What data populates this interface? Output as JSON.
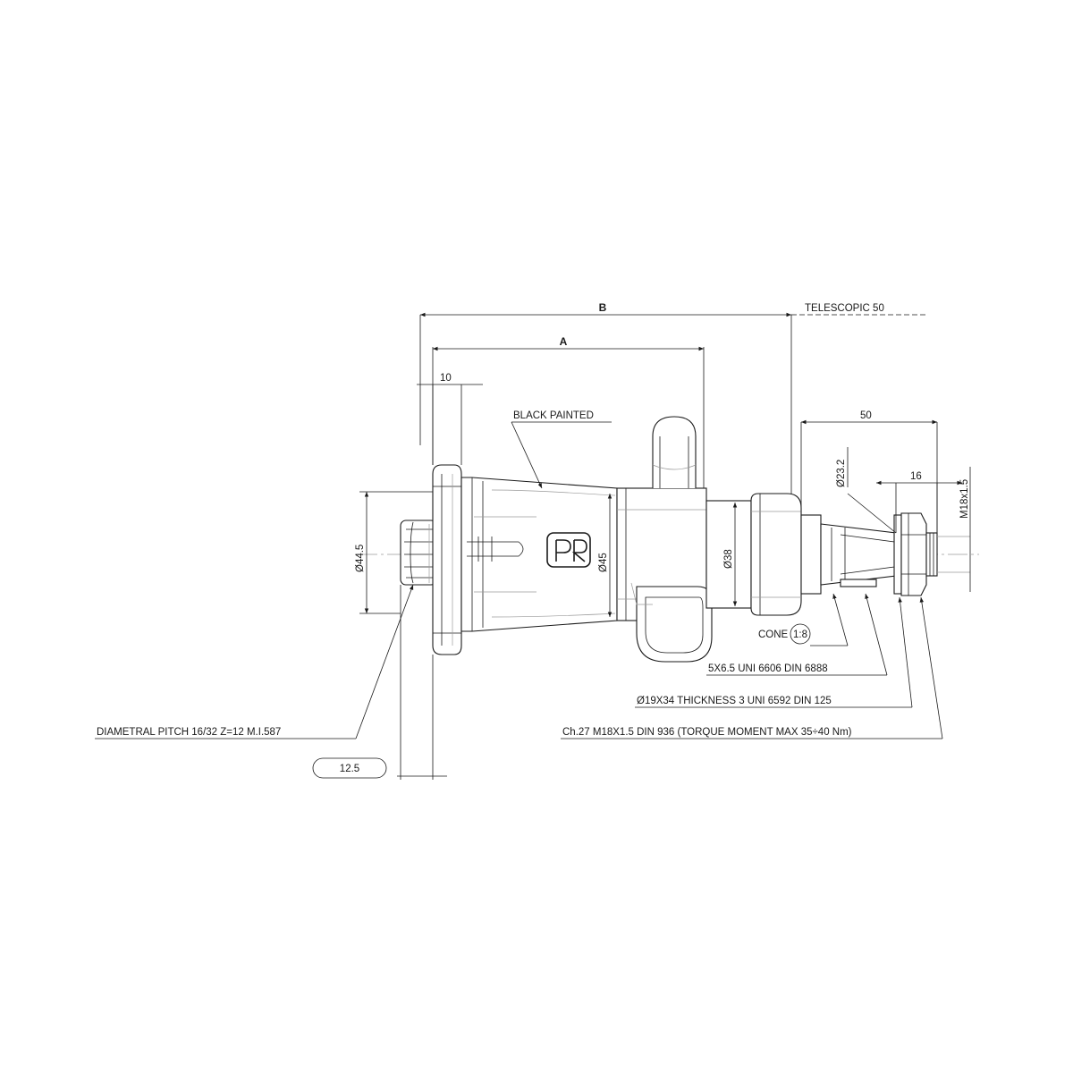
{
  "dimensions": {
    "b": "B",
    "a": "A",
    "telescopic": "TELESCOPIC 50",
    "flange_thickness": "10",
    "shaft_length": "50",
    "diameter_cone": "Ø23.2",
    "thread_length": "16",
    "thread": "M18x1.5",
    "spline_diameter": "Ø44.5",
    "body_diameter_45": "Ø45",
    "body_diameter_38": "Ø38",
    "spline_length": "12.5"
  },
  "callouts": {
    "black_painted": "BLACK PAINTED",
    "cone_prefix": "CONE",
    "cone_ratio": "1:8",
    "key": "5X6.5 UNI 6606 DIN 6888",
    "washer": "Ø19X34 THICKNESS 3 UNI 6592 DIN 125",
    "nut": "Ch.27 M18X1.5 DIN 936 (TORQUE MOMENT MAX 35÷40 Nm)",
    "diametral_pitch": "DIAMETRAL PITCH 16/32 Z=12 M.I.587"
  },
  "logo": {
    "text": "PR"
  }
}
